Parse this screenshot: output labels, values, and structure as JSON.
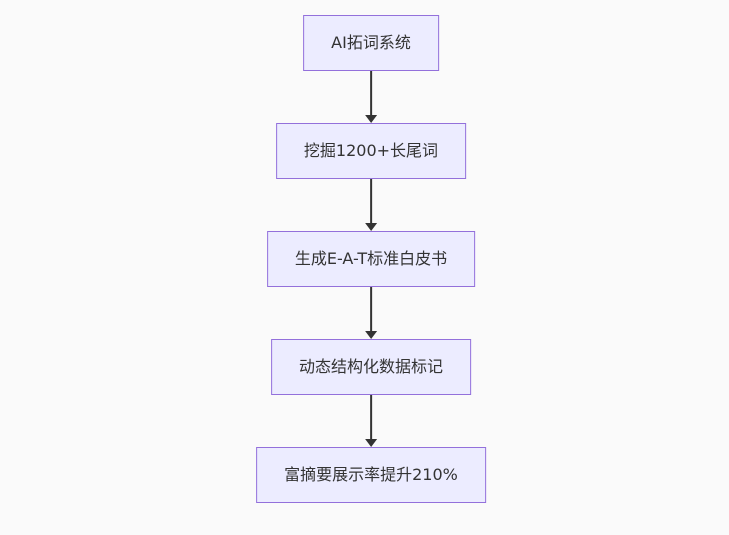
{
  "diagram": {
    "type": "flowchart",
    "direction": "top-down",
    "nodes": [
      {
        "id": "step-1",
        "label": "AI拓词系统"
      },
      {
        "id": "step-2",
        "label": "挖掘1200+长尾词"
      },
      {
        "id": "step-3",
        "label": "生成E-A-T标准白皮书"
      },
      {
        "id": "step-4",
        "label": "动态结构化数据标记"
      },
      {
        "id": "step-5",
        "label": "富摘要展示率提升210%"
      }
    ],
    "edges": [
      {
        "from": "step-1",
        "to": "step-2"
      },
      {
        "from": "step-2",
        "to": "step-3"
      },
      {
        "from": "step-3",
        "to": "step-4"
      },
      {
        "from": "step-4",
        "to": "step-5"
      }
    ],
    "colors": {
      "background": "#fafafa",
      "node_fill": "#ececff",
      "node_border": "#9370db",
      "text": "#333333",
      "arrow": "#333333"
    }
  }
}
